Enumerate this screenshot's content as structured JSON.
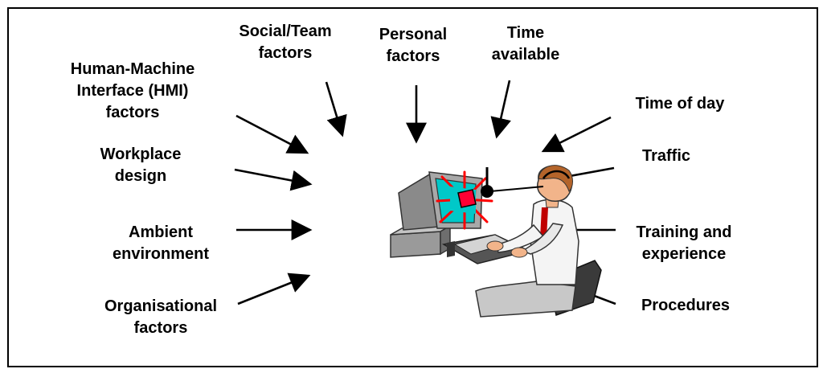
{
  "factors": {
    "social_team": "Social/Team\nfactors",
    "personal": "Personal\nfactors",
    "time_available": "Time\navailable",
    "hmi": "Human-Machine\nInterface (HMI)\nfactors",
    "time_of_day": "Time of day",
    "workplace_design": "Workplace\ndesign",
    "traffic": "Traffic",
    "ambient_environment": "Ambient\nenvironment",
    "training_experience": "Training and\nexperience",
    "organisational": "Organisational\nfactors",
    "procedures": "Procedures"
  },
  "colors": {
    "screen": "#00c8c8",
    "alert_rays": "#ff0000",
    "alert_diamond": "#ff0033",
    "monitor": "#8a8a8a",
    "skin": "#f2b48a",
    "hair": "#b4642a",
    "shirt": "#f4f4f4",
    "tie": "#c00000",
    "trousers": "#c8c8c8",
    "chair": "#3a3a3a"
  }
}
